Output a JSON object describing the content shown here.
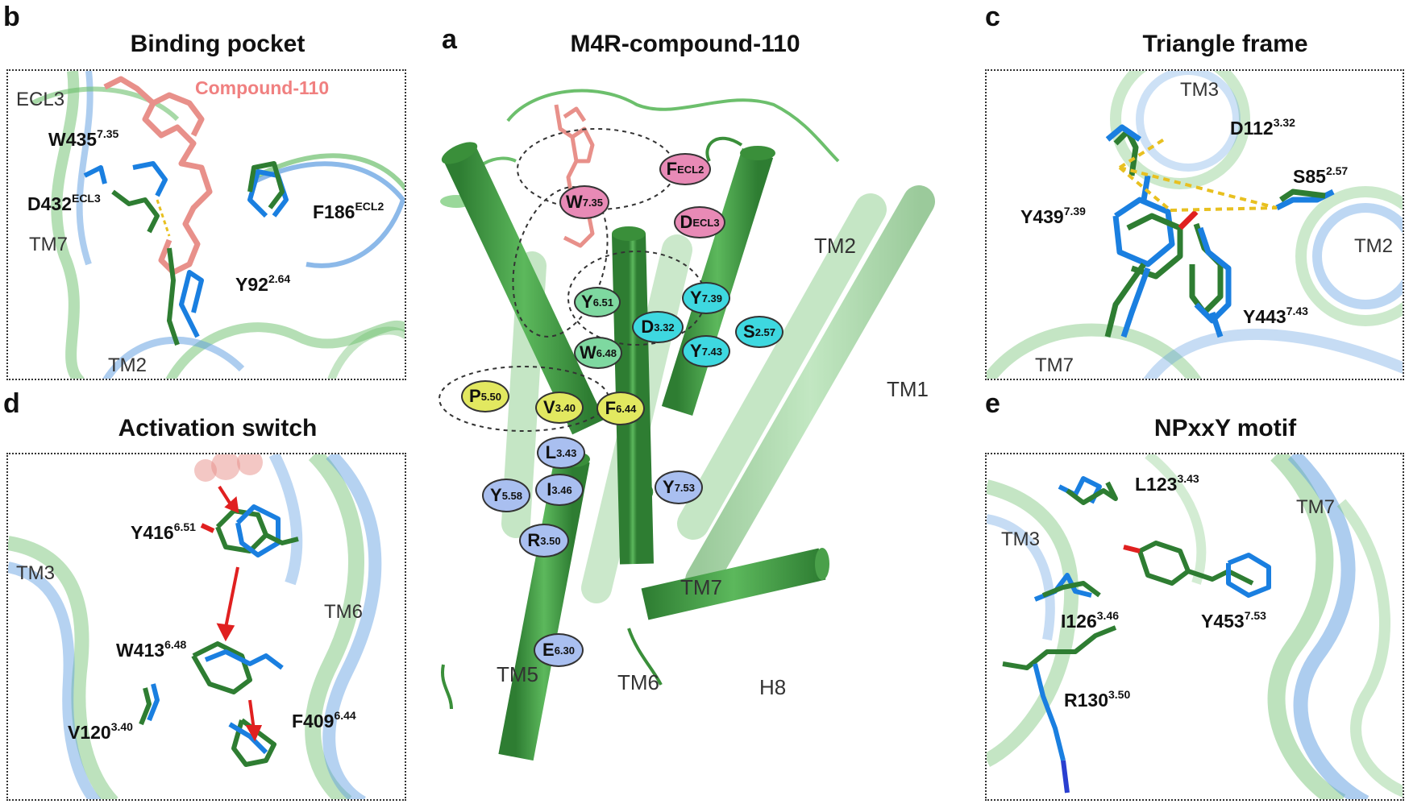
{
  "panel_a": {
    "letter": "a",
    "title": "M4R-compound-110",
    "helix_labels": {
      "tm1": "TM1",
      "tm2": "TM2",
      "tm5": "TM5",
      "tm6": "TM6",
      "tm7": "TM7",
      "h8": "H8"
    },
    "residues": {
      "fecl2": {
        "res": "F",
        "sup": "ECL2"
      },
      "w735": {
        "res": "W",
        "sup": "7.35"
      },
      "decl3": {
        "res": "D",
        "sup": "ECL3"
      },
      "y651": {
        "res": "Y",
        "sup": "6.51"
      },
      "w648": {
        "res": "W",
        "sup": "6.48"
      },
      "y739": {
        "res": "Y",
        "sup": "7.39"
      },
      "d332": {
        "res": "D",
        "sup": "3.32"
      },
      "s257": {
        "res": "S",
        "sup": "2.57"
      },
      "y743": {
        "res": "Y",
        "sup": "7.43"
      },
      "p550": {
        "res": "P",
        "sup": "5.50"
      },
      "v340": {
        "res": "V",
        "sup": "3.40"
      },
      "f644": {
        "res": "F",
        "sup": "6.44"
      },
      "l343": {
        "res": "L",
        "sup": "3.43"
      },
      "y558": {
        "res": "Y",
        "sup": "5.58"
      },
      "i346": {
        "res": "I",
        "sup": "3.46"
      },
      "y753": {
        "res": "Y",
        "sup": "7.53"
      },
      "r350": {
        "res": "R",
        "sup": "3.50"
      },
      "e630": {
        "res": "E",
        "sup": "6.30"
      }
    }
  },
  "panel_b": {
    "letter": "b",
    "title": "Binding pocket",
    "compound": "Compound-110",
    "ecl3": "ECL3",
    "tm7": "TM7",
    "tm2": "TM2",
    "w435": {
      "res": "W435",
      "sup": "7.35"
    },
    "d432": {
      "res": "D432",
      "sup": "ECL3"
    },
    "f186": {
      "res": "F186",
      "sup": "ECL2"
    },
    "y92": {
      "res": "Y92",
      "sup": "2.64"
    }
  },
  "panel_c": {
    "letter": "c",
    "title": "Triangle frame",
    "tm3": "TM3",
    "tm2": "TM2",
    "tm7": "TM7",
    "d112": {
      "res": "D112",
      "sup": "3.32"
    },
    "s85": {
      "res": "S85",
      "sup": "2.57"
    },
    "y439": {
      "res": "Y439",
      "sup": "7.39"
    },
    "y443": {
      "res": "Y443",
      "sup": "7.43"
    }
  },
  "panel_d": {
    "letter": "d",
    "title": "Activation switch",
    "tm3": "TM3",
    "tm6": "TM6",
    "y416": {
      "res": "Y416",
      "sup": "6.51"
    },
    "w413": {
      "res": "W413",
      "sup": "6.48"
    },
    "v120": {
      "res": "V120",
      "sup": "3.40"
    },
    "f409": {
      "res": "F409",
      "sup": "6.44"
    }
  },
  "panel_e": {
    "letter": "e",
    "title": "NPxxY motif",
    "tm3": "TM3",
    "tm7": "TM7",
    "l123": {
      "res": "L123",
      "sup": "3.43"
    },
    "i126": {
      "res": "I126",
      "sup": "3.46"
    },
    "y453": {
      "res": "Y453",
      "sup": "7.53"
    },
    "r130": {
      "res": "R130",
      "sup": "3.50"
    }
  },
  "colors": {
    "helix_dark": "#3a8f3a",
    "helix_light": "#6cbf6c",
    "ligand": "#e8908a",
    "ribbon_blue": "#5b9be0",
    "stick_green": "#2e7d32",
    "stick_blue": "#1a7fe0",
    "arrow_red": "#e02020",
    "hbond_yellow": "#e8c020"
  }
}
